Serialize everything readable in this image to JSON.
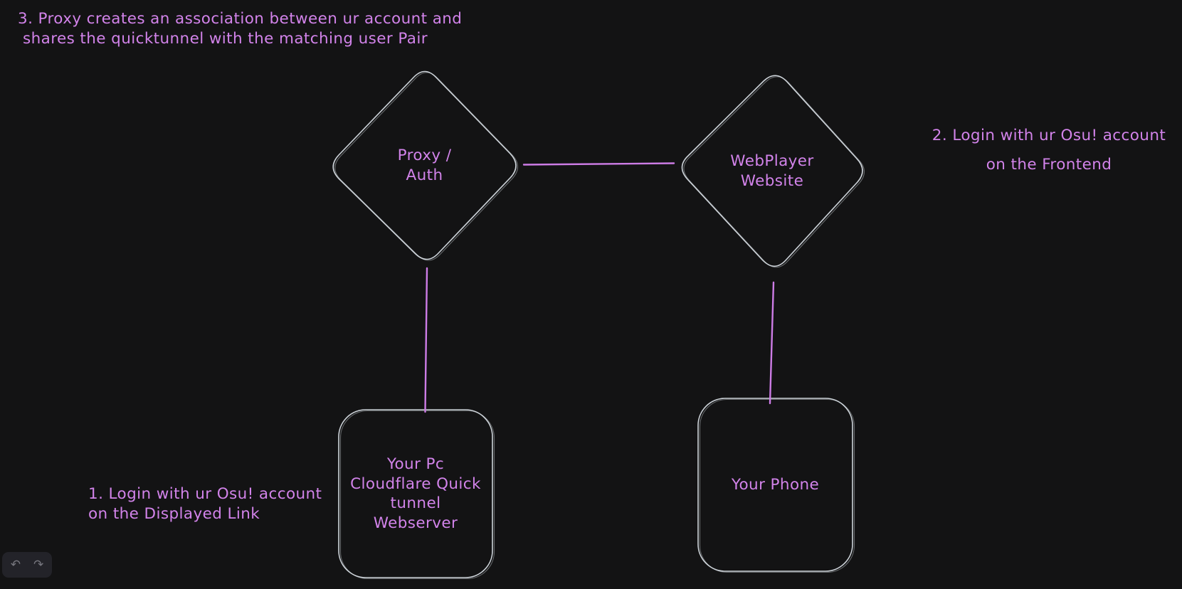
{
  "canvas": {
    "background": "#131314"
  },
  "colors": {
    "canvas_bg": "#131314",
    "accent_text": "#d283ea",
    "accent_line": "#cd7ce6",
    "shape_stroke": "#ced4da",
    "island_bg": "#232329",
    "icon_color": "#77777f"
  },
  "notes": {
    "step3": {
      "lines": [
        "3. Proxy creates an association between ur account and",
        "shares the quicktunnel with the matching user Pair"
      ]
    },
    "step2": {
      "lines": [
        "2. Login with ur Osu! account",
        "on the Frontend"
      ]
    },
    "step1": {
      "lines": [
        "1. Login with ur Osu! account",
        "on the Displayed Link"
      ]
    }
  },
  "nodes": {
    "proxy_auth": {
      "shape": "diamond",
      "label_lines": [
        "Proxy /",
        "Auth"
      ]
    },
    "webplayer": {
      "shape": "diamond",
      "label_lines": [
        "WebPlayer",
        "Website"
      ]
    },
    "pc_tunnel": {
      "shape": "rounded-rectangle",
      "label_lines": [
        "Your Pc",
        "Cloudflare Quick",
        "tunnel",
        "Webserver"
      ]
    },
    "phone": {
      "shape": "rounded-rectangle",
      "label_lines": [
        "Your Phone"
      ]
    }
  },
  "connectors": [
    {
      "from": "proxy_auth",
      "to": "webplayer"
    },
    {
      "from": "proxy_auth",
      "to": "pc_tunnel"
    },
    {
      "from": "webplayer",
      "to": "phone"
    }
  ],
  "toolbar": {
    "undo_icon": "↶",
    "redo_icon": "↷"
  }
}
